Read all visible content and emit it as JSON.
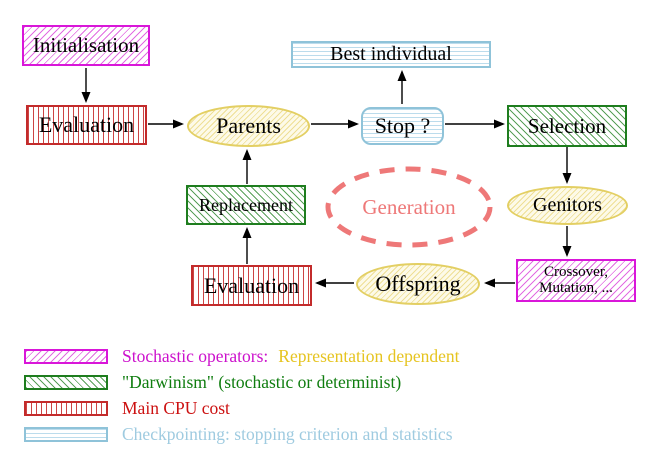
{
  "nodes": {
    "initialisation": "Initialisation",
    "evaluation_top": "Evaluation",
    "best_individual": "Best individual",
    "parents": "Parents",
    "stop": "Stop ?",
    "selection": "Selection",
    "replacement": "Replacement",
    "generation": "Generation",
    "genitors": "Genitors",
    "evaluation_bottom": "Evaluation",
    "offspring": "Offspring",
    "crossover_line1": "Crossover,",
    "crossover_line2": "Mutation, ..."
  },
  "legend": {
    "rows": [
      {
        "pattern": "magenta-diagonal-hatch",
        "label": "Stochastic operators:",
        "suffix": "Representation dependent"
      },
      {
        "pattern": "green-diagonal-hatch",
        "label": "\"Darwinism\" (stochastic or determinist)",
        "suffix": ""
      },
      {
        "pattern": "red-vertical-stripes",
        "label": "Main CPU cost",
        "suffix": ""
      },
      {
        "pattern": "cyan-horizontal-stripes",
        "label": "Checkpointing: stopping criterion and statistics",
        "suffix": ""
      }
    ]
  },
  "colors": {
    "magenta_border": "#d916d9",
    "green_border": "#1e7d1e",
    "red_border": "#c32b2b",
    "cyan_border": "#8fc3d9",
    "yellow_border": "#e3cf63",
    "salmon_dashed": "#ee7878",
    "legend_magenta_text": "#cc11cc",
    "legend_gold_text": "#e6c420",
    "legend_green_text": "#0f7d0f",
    "legend_red_text": "#cc1111",
    "legend_lightblue_text": "#9fcbe0",
    "arrow": "#000000"
  }
}
